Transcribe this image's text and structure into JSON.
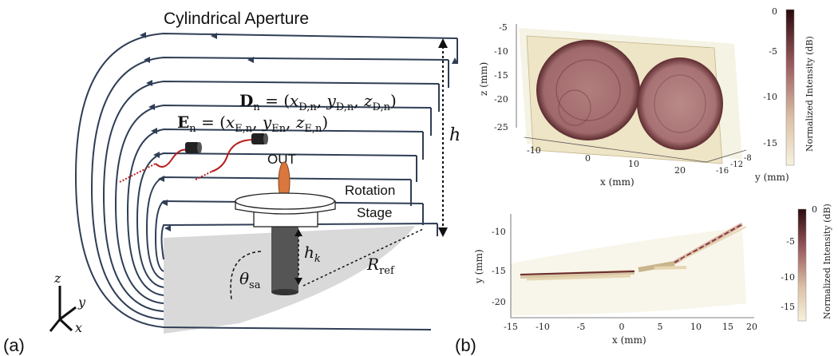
{
  "panel_a": {
    "label": "(a)",
    "title": "Cylindrical Aperture",
    "d_eq": "D_n = (x_D,n, y_D,n, z_D,n)",
    "e_eq": "E_n = (x_E,n, y_En, z_E,n)",
    "out_label": "OUT",
    "rotation_label": "Rotation",
    "stage_label": "Stage",
    "h_label": "h",
    "hk_label": "h_k",
    "theta_label": "θ_sa",
    "rref_label": "R_ref",
    "axis_z": "z",
    "axis_y": "y",
    "axis_x": "x"
  },
  "panel_b": {
    "label": "(b)",
    "colors": {
      "dark": "#2b0a0d",
      "mid": "#9a5a5e",
      "light": "#f3efd6",
      "coin": "#a06a6c"
    },
    "top": {
      "z_label": "z (mm)",
      "x_label": "x (mm)",
      "y_label": "y (mm)",
      "z_ticks": [
        "-5",
        "-10",
        "-15",
        "-20",
        "-25"
      ],
      "x_ticks": [
        "-10",
        "0",
        "10",
        "20"
      ],
      "y_ticks": [
        "-16",
        "-12",
        "-8"
      ],
      "cbar_label": "Normalized Intensity (dB)",
      "cbar_ticks": [
        "0",
        "-5",
        "-10",
        "-15"
      ]
    },
    "bottom": {
      "y_label": "y (mm)",
      "x_label": "x (mm)",
      "y_ticks": [
        "-10",
        "-15",
        "-20"
      ],
      "x_ticks": [
        "-15",
        "-10",
        "-5",
        "0",
        "5",
        "10",
        "15",
        "20"
      ],
      "cbar_label": "Normalized Intensity (dB)",
      "cbar_ticks": [
        "0",
        "-5",
        "-10",
        "-15"
      ]
    }
  }
}
